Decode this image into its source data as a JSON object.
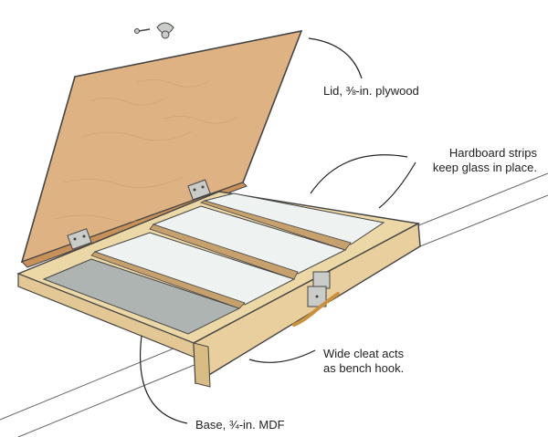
{
  "callouts": {
    "lid": "Lid, ⅜-in. plywood",
    "strips_line1": "Hardboard strips",
    "strips_line2": "keep glass in place.",
    "cleat_line1": "Wide cleat acts",
    "cleat_line2": "as bench hook.",
    "base": "Base, ¾-in. MDF"
  },
  "colors": {
    "lid": "#dfb284",
    "wood": "#ecd7a7",
    "glass": "#eef2f1",
    "abrasive": "#aeb4b1",
    "metal": "#c9ccc9",
    "handle": "#c9913d",
    "ink": "#333333"
  },
  "icons": [
    "hinge-icon",
    "latch-icon",
    "drawer-pull-icon",
    "wing-nut-icon",
    "screw-icon"
  ]
}
